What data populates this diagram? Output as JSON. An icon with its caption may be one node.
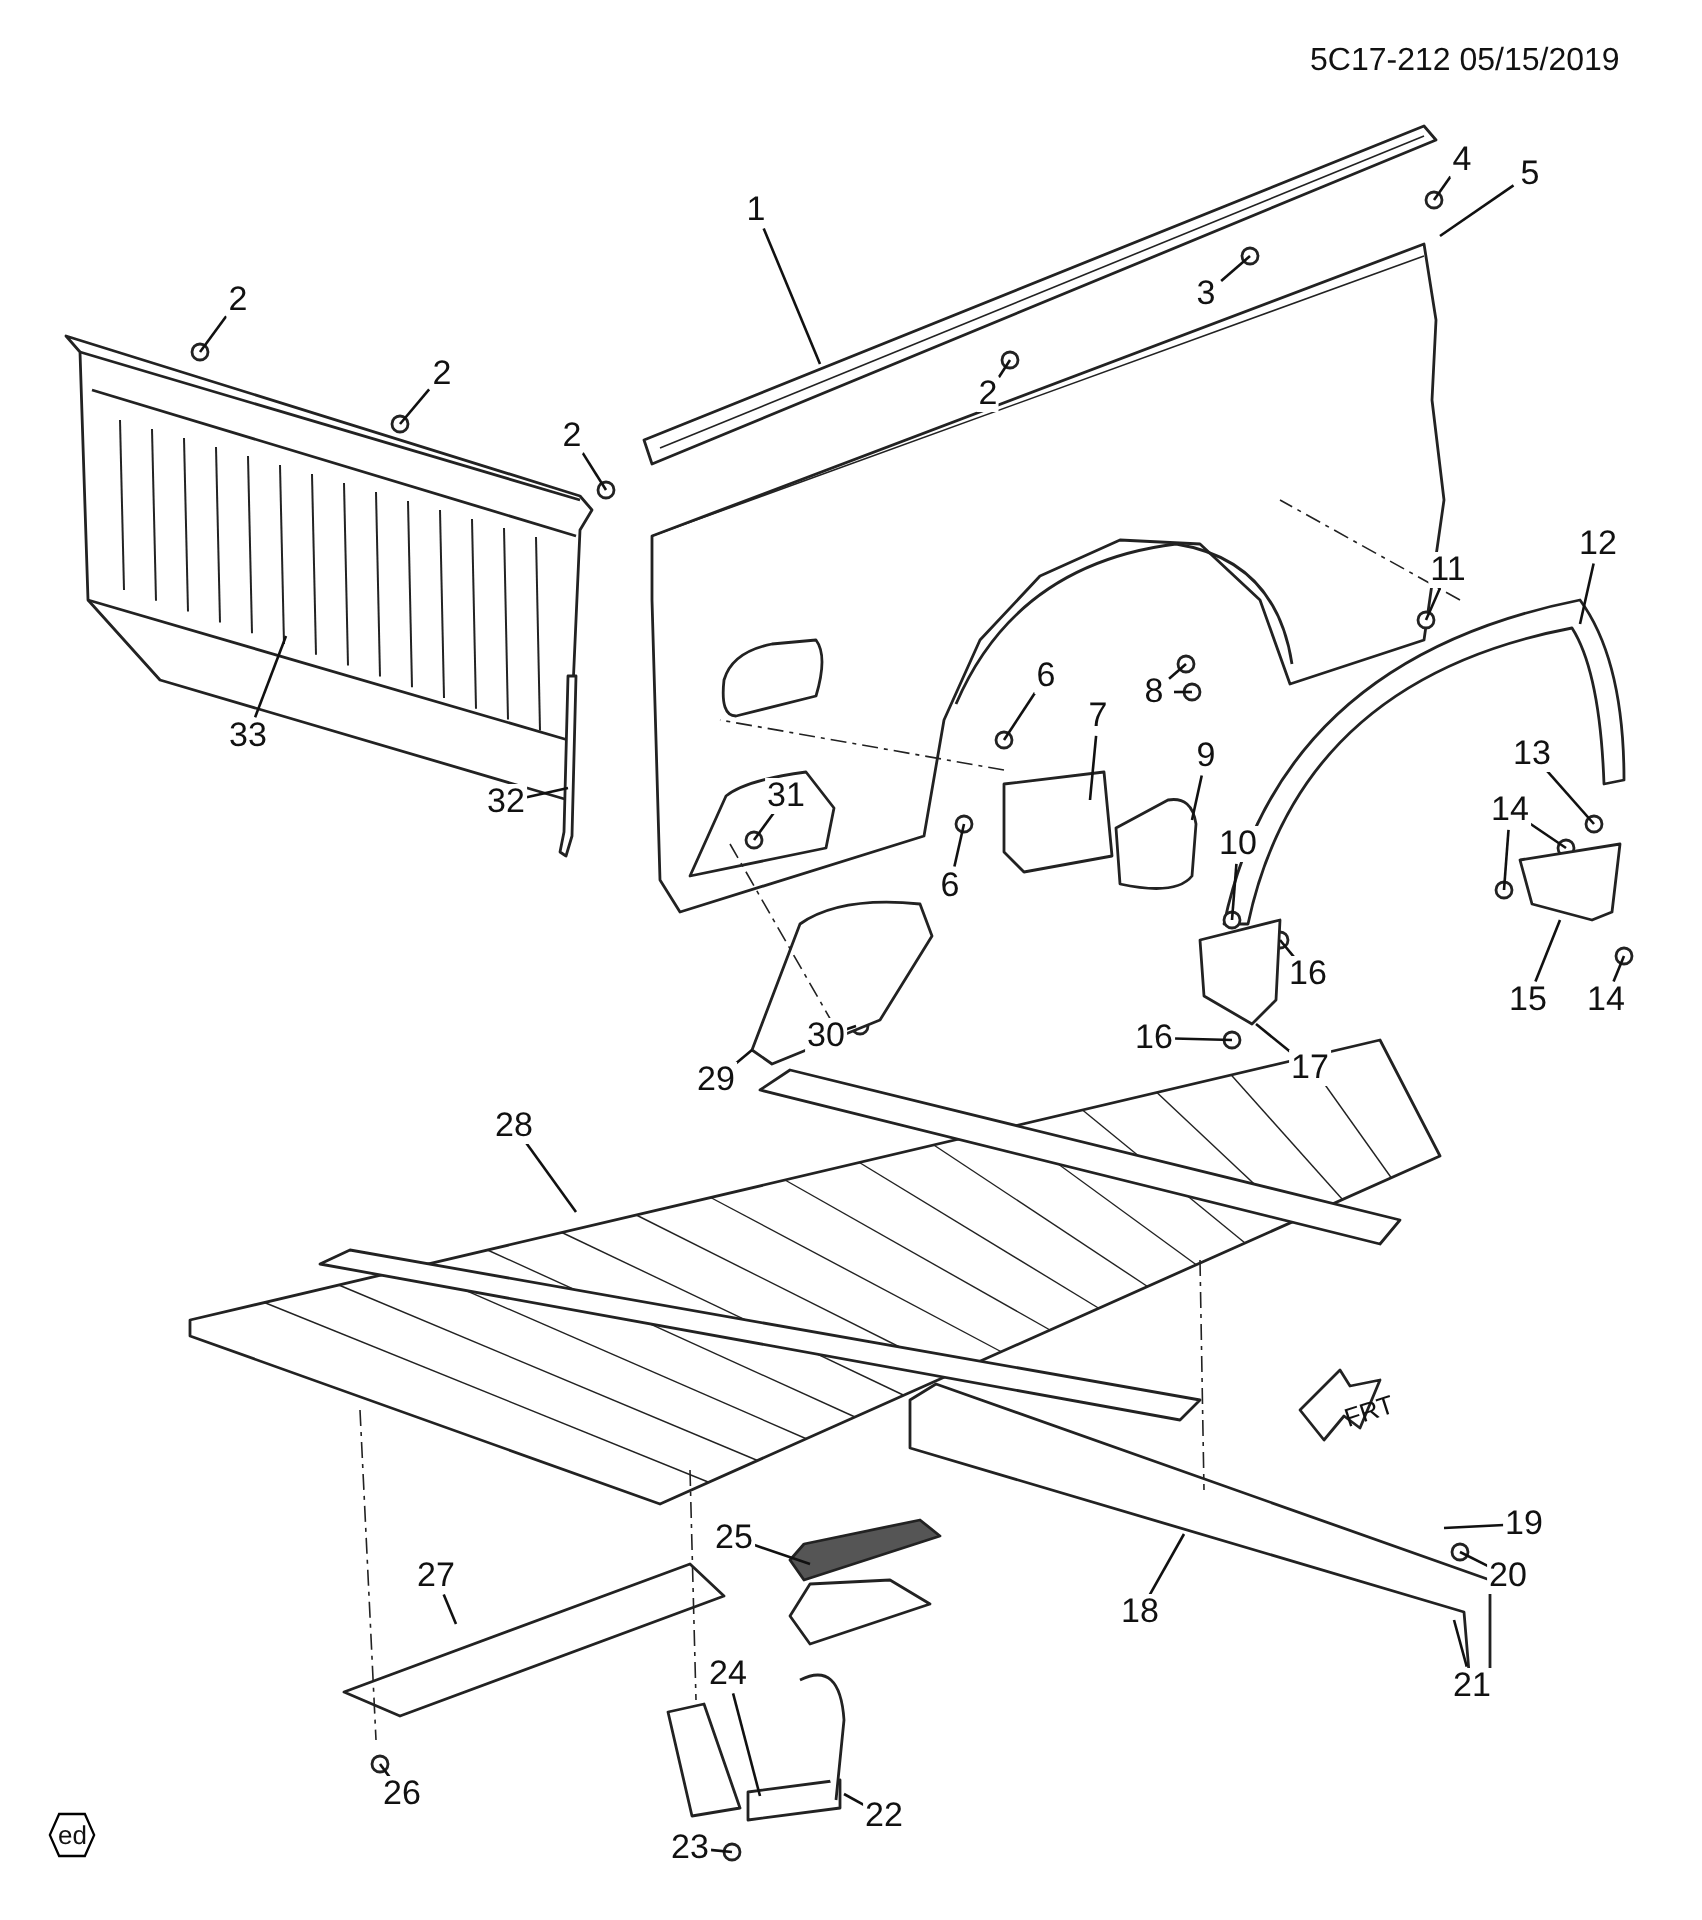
{
  "diagram": {
    "nodes": [
      {
        "text": [
          "1"
        ]
      },
      {
        "text": [
          "4"
        ]
      },
      {
        "text": [
          "5"
        ]
      },
      {
        "text": [
          "3"
        ]
      },
      {
        "text": [
          "2"
        ]
      },
      {
        "text": [
          "2"
        ]
      },
      {
        "text": [
          "2"
        ]
      },
      {
        "text": [
          "2"
        ]
      },
      {
        "text": [
          "12"
        ]
      },
      {
        "text": [
          "11"
        ]
      },
      {
        "text": [
          "6"
        ]
      },
      {
        "text": [
          "8"
        ]
      },
      {
        "text": [
          "7"
        ]
      },
      {
        "text": [
          "33"
        ]
      },
      {
        "text": [
          "9"
        ]
      },
      {
        "text": [
          "13"
        ]
      },
      {
        "text": [
          "31"
        ]
      },
      {
        "text": [
          "32"
        ]
      },
      {
        "text": [
          "14"
        ]
      },
      {
        "text": [
          "10"
        ]
      },
      {
        "text": [
          "6"
        ]
      },
      {
        "text": [
          "16"
        ]
      },
      {
        "text": [
          "14"
        ]
      },
      {
        "text": [
          "15"
        ]
      },
      {
        "text": [
          "30"
        ]
      },
      {
        "text": [
          "16"
        ]
      },
      {
        "text": [
          "17"
        ]
      },
      {
        "text": [
          "29"
        ]
      },
      {
        "text": [
          "28"
        ]
      },
      {
        "text": [
          "19"
        ]
      },
      {
        "text": [
          "25"
        ]
      },
      {
        "text": [
          "27"
        ]
      },
      {
        "text": [
          "20"
        ]
      },
      {
        "text": [
          "18"
        ]
      },
      {
        "text": [
          "24"
        ]
      },
      {
        "text": [
          "21"
        ]
      },
      {
        "text": [
          "26"
        ]
      },
      {
        "text": [
          "22"
        ]
      },
      {
        "text": [
          "23"
        ]
      }
    ],
    "edges": [
      {
        "from": 0,
        "to": null,
        "arrow": "none"
      },
      {
        "from": 1,
        "to": null,
        "arrow": "none"
      },
      {
        "from": 2,
        "to": null,
        "arrow": "none"
      },
      {
        "from": 3,
        "to": null,
        "arrow": "none"
      },
      {
        "from": 4,
        "to": null,
        "arrow": "none"
      },
      {
        "from": 5,
        "to": null,
        "arrow": "none"
      },
      {
        "from": 6,
        "to": null,
        "arrow": "none"
      },
      {
        "from": 7,
        "to": null,
        "arrow": "none"
      },
      {
        "from": 8,
        "to": null,
        "arrow": "none"
      },
      {
        "from": 9,
        "to": null,
        "arrow": "none"
      },
      {
        "from": 10,
        "to": null,
        "arrow": "none"
      },
      {
        "from": 11,
        "to": null,
        "arrow": "none"
      },
      {
        "from": 11,
        "to": null,
        "arrow": "none"
      },
      {
        "from": 12,
        "to": null,
        "arrow": "none"
      },
      {
        "from": 13,
        "to": null,
        "arrow": "none"
      },
      {
        "from": 14,
        "to": null,
        "arrow": "none"
      },
      {
        "from": 15,
        "to": null,
        "arrow": "none"
      },
      {
        "from": 16,
        "to": null,
        "arrow": "none"
      },
      {
        "from": 17,
        "to": null,
        "arrow": "none"
      },
      {
        "from": 18,
        "to": null,
        "arrow": "none"
      },
      {
        "from": 18,
        "to": null,
        "arrow": "none"
      },
      {
        "from": 19,
        "to": null,
        "arrow": "none"
      },
      {
        "from": 20,
        "to": null,
        "arrow": "none"
      },
      {
        "from": 21,
        "to": null,
        "arrow": "none"
      },
      {
        "from": 22,
        "to": null,
        "arrow": "none"
      },
      {
        "from": 23,
        "to": null,
        "arrow": "none"
      },
      {
        "from": 24,
        "to": null,
        "arrow": "none"
      },
      {
        "from": 25,
        "to": null,
        "arrow": "none"
      },
      {
        "from": 26,
        "to": null,
        "arrow": "none"
      },
      {
        "from": 27,
        "to": null,
        "arrow": "none"
      },
      {
        "from": 28,
        "to": null,
        "arrow": "none"
      },
      {
        "from": 29,
        "to": null,
        "arrow": "none"
      },
      {
        "from": 30,
        "to": null,
        "arrow": "none"
      },
      {
        "from": 31,
        "to": null,
        "arrow": "none"
      },
      {
        "from": 32,
        "to": null,
        "arrow": "none"
      },
      {
        "from": 33,
        "to": null,
        "arrow": "none"
      },
      {
        "from": 34,
        "to": null,
        "arrow": "none"
      },
      {
        "from": 35,
        "to": null,
        "arrow": "none"
      },
      {
        "from": 36,
        "to": null,
        "arrow": "none"
      },
      {
        "from": 37,
        "to": null,
        "arrow": "none"
      },
      {
        "from": 38,
        "to": null,
        "arrow": "none"
      }
    ],
    "labels": [
      "5C17-212 05/15/2019",
      "FRT",
      "ed"
    ]
  }
}
